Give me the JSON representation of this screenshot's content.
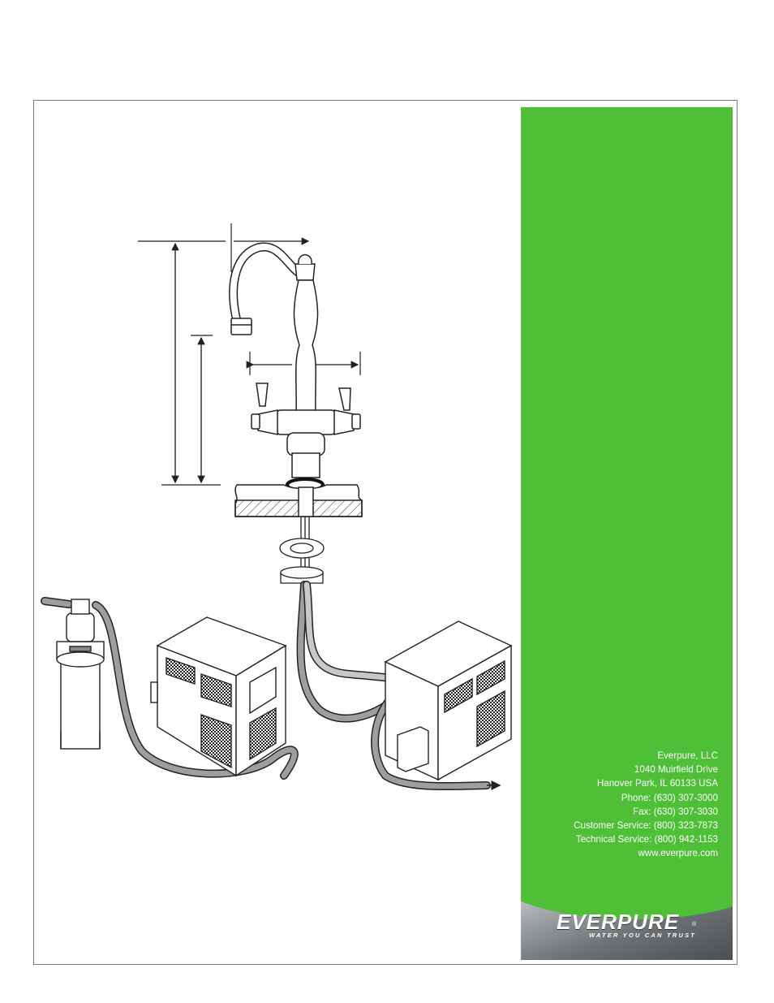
{
  "contact": {
    "company": "Everpure, LLC",
    "address1": "1040 Muirfield Drive",
    "address2": "Hanover Park, IL 60133 USA",
    "phone": "Phone: (630) 307-3000",
    "fax": "Fax: (630) 307-3030",
    "customer_service": "Customer Service: (800) 323-7873",
    "technical_service": "Technical Service: (800) 942-1153",
    "website": "www.everpure.com"
  },
  "logo": {
    "wordmark": "EVERPURE",
    "tagline": "WATER YOU CAN TRUST",
    "registered": "®"
  },
  "colors": {
    "panel_green": "#4fbf37",
    "line": "#222222",
    "frame": "#7a7a7a"
  }
}
